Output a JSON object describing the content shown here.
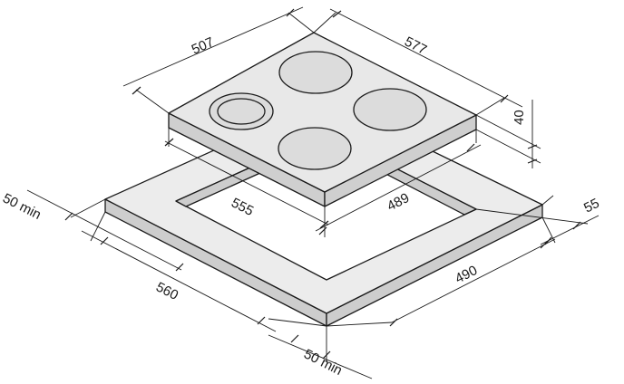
{
  "diagram": {
    "dimensions": {
      "hob_width": "507",
      "hob_depth": "577",
      "hob_height": "40",
      "cutout_width": "555",
      "cutout_depth": "489",
      "front_clearance": "55",
      "worktop_width": "560",
      "worktop_depth": "490",
      "min_side_left": "50 min",
      "min_side_bottom": "50 min"
    },
    "colors": {
      "hob_top": "#e8e8e8",
      "hob_side": "#cfcfcf",
      "counter_top": "#ececec",
      "counter_side": "#cdcdcd",
      "outline": "#1a1a1a"
    }
  }
}
